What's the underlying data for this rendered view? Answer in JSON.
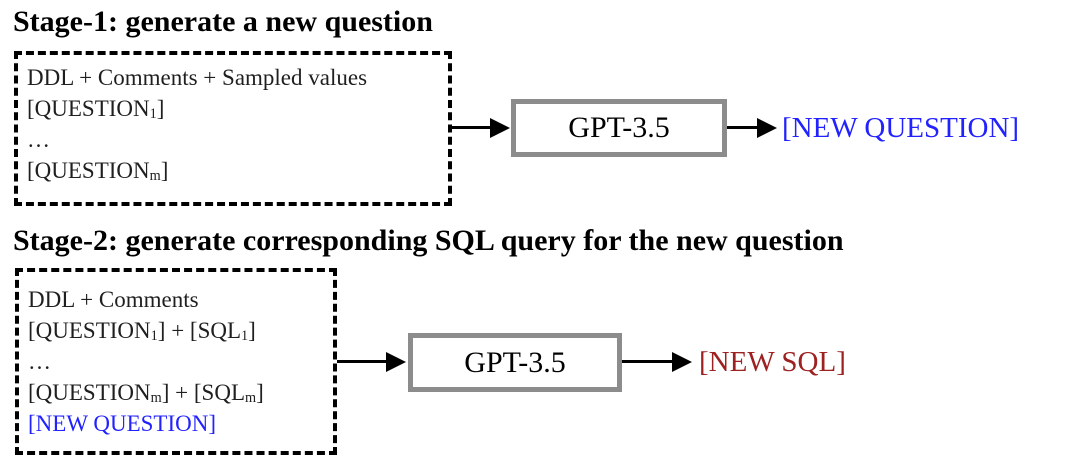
{
  "colors": {
    "blue": "#2222ff",
    "dark_red": "#9e2121",
    "model_box_border": "#8c8c8c",
    "arrow_black": "#000000"
  },
  "stage1": {
    "title": "Stage-1: generate a new question",
    "prompt_lines": [
      [
        {
          "t": "DDL + Comments + Sampled values"
        }
      ],
      [
        {
          "t": "[QUESTION"
        },
        {
          "t": "1",
          "sub": true
        },
        {
          "t": "]"
        }
      ],
      [
        {
          "t": "…"
        }
      ],
      [
        {
          "t": "[QUESTION"
        },
        {
          "t": "m",
          "sub": true
        },
        {
          "t": "]"
        }
      ]
    ],
    "model_label": "GPT-3.5",
    "output_label": "[NEW QUESTION]"
  },
  "stage2": {
    "title": "Stage-2: generate corresponding SQL query for the new question",
    "prompt_lines": [
      [
        {
          "t": "DDL + Comments"
        }
      ],
      [
        {
          "t": "[QUESTION"
        },
        {
          "t": "1",
          "sub": true
        },
        {
          "t": "] + [SQL"
        },
        {
          "t": "1",
          "sub": true
        },
        {
          "t": "]"
        }
      ],
      [
        {
          "t": "…"
        }
      ],
      [
        {
          "t": "[QUESTION"
        },
        {
          "t": "m",
          "sub": true
        },
        {
          "t": "] + [SQL"
        },
        {
          "t": "m",
          "sub": true
        },
        {
          "t": "]"
        }
      ],
      [
        {
          "t": "[NEW QUESTION]",
          "color": "blue"
        }
      ]
    ],
    "model_label": "GPT-3.5",
    "output_label": "[NEW SQL]"
  }
}
